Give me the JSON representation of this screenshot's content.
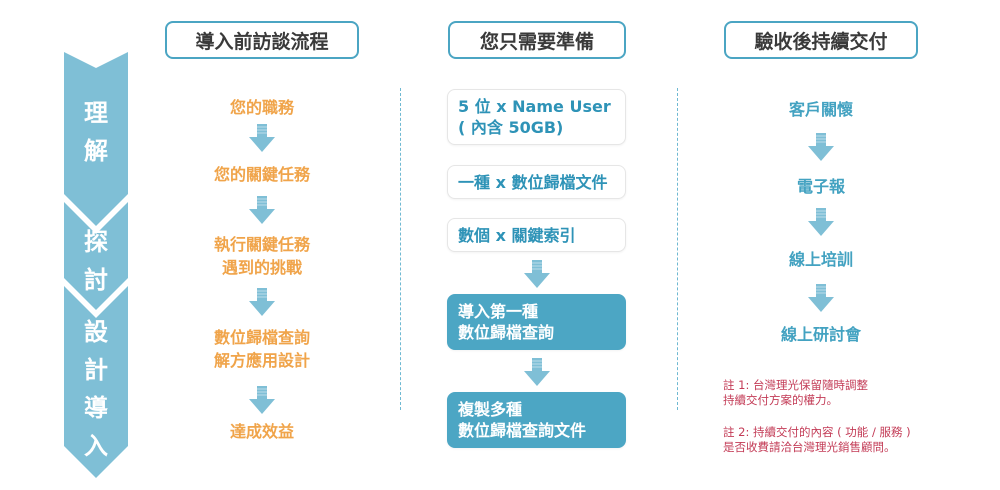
{
  "stages": [
    "理解",
    "探討",
    "設計導入"
  ],
  "headers": {
    "process": "導入前訪談流程",
    "prepare": "您只需要準備",
    "deliver": "驗收後持續交付"
  },
  "process_steps": [
    [
      "您的職務"
    ],
    [
      "您的關鍵任務"
    ],
    [
      "執行關鍵任務",
      "遇到的挑戰"
    ],
    [
      "數位歸檔查詢",
      "解方應用設計"
    ],
    [
      "達成效益"
    ]
  ],
  "prepare_items": [
    [
      "5 位 x Name User",
      "( 內含 50GB)"
    ],
    [
      "一種 x 數位歸檔文件"
    ],
    [
      "數個 x 關鍵索引"
    ]
  ],
  "prepare_outputs": [
    [
      "導入第一種",
      "數位歸檔查詢"
    ],
    [
      "複製多種",
      "數位歸檔查詢文件"
    ]
  ],
  "deliver_steps": [
    "客戶關懷",
    "電子報",
    "線上培訓",
    "線上研討會"
  ],
  "notes": [
    [
      "註 1: 台灣理光保留隨時調整",
      "持續交付方案的權力。"
    ],
    [
      "註 2: 持續交付的內容 ( 功能 / 服務 )",
      "是否收費請洽台灣理光銷售顧問。"
    ]
  ],
  "colors": {
    "primary": "#4ba5c3",
    "chevron": "#7fbfd6",
    "orange": "#f0a44a",
    "teal_text": "#43a2c1",
    "note": "#c33b56"
  }
}
